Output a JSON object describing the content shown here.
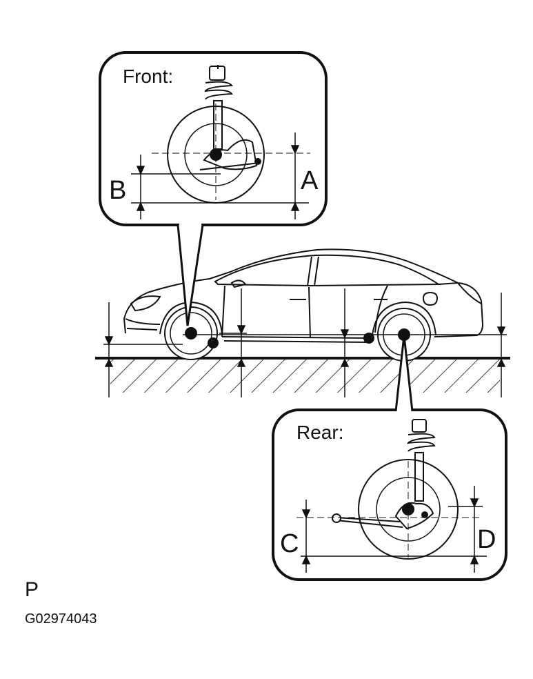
{
  "front_callout": {
    "title": "Front:",
    "dim_a": "A",
    "dim_b": "B"
  },
  "rear_callout": {
    "title": "Rear:",
    "dim_c": "C",
    "dim_d": "D"
  },
  "footer": {
    "symbol": "P",
    "figure_code": "G02974043"
  }
}
